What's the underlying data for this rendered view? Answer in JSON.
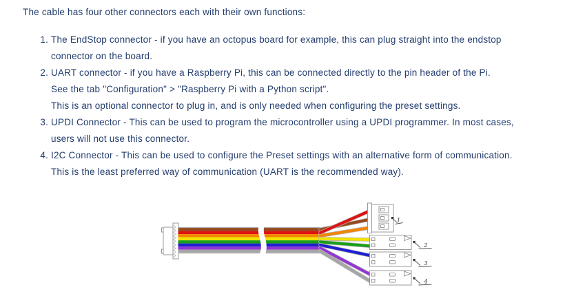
{
  "page": {
    "background": "#ffffff",
    "text_color": "#223c6e"
  },
  "content": {
    "title": "The cable has four other connectors each with their own functions:",
    "list": [
      {
        "number": "1.",
        "name": "EndStop connector",
        "lines": [
          "The EndStop connector - if you have an octopus board for example, this can plug straight into the endstop",
          "connector on the board."
        ]
      },
      {
        "number": "2.",
        "name": "UART connector",
        "lines": [
          "UART connector - if you have a Raspberry Pi, this can be connected directly to the pin header of the Pi.",
          "See the tab \"Configuration\" > \"Raspberry Pi with a Python script\".",
          "This is an optional connector to plug in, and is only needed when configuring the preset settings."
        ]
      },
      {
        "number": "3.",
        "name": "UPDI Connector",
        "lines": [
          "UPDI Connector - This can be used to program the microcontroller using a UPDI programmer. In most cases,",
          "users will not use this connector."
        ]
      },
      {
        "number": "4.",
        "name": "I2C Connector",
        "lines": [
          "I2C Connector - This can be used to configure the Preset settings with an alternative form of communication.",
          "This is the least preferred way of communication (UART is the recommended way)."
        ]
      }
    ]
  },
  "diagram": {
    "description": "Cable with main connector on the left, ribbon of 8 wires with break symbol, fanning out to four numbered connectors on the right",
    "wire_colors": {
      "brown": "#96491d",
      "red": "#e01111",
      "orange": "#f28500",
      "yellow": "#f2e200",
      "green": "#18a018",
      "blue": "#1f1fd0",
      "purple": "#9335d5",
      "gray": "#a6a6a6"
    },
    "callouts": [
      "1",
      "2",
      "3",
      "4"
    ]
  }
}
